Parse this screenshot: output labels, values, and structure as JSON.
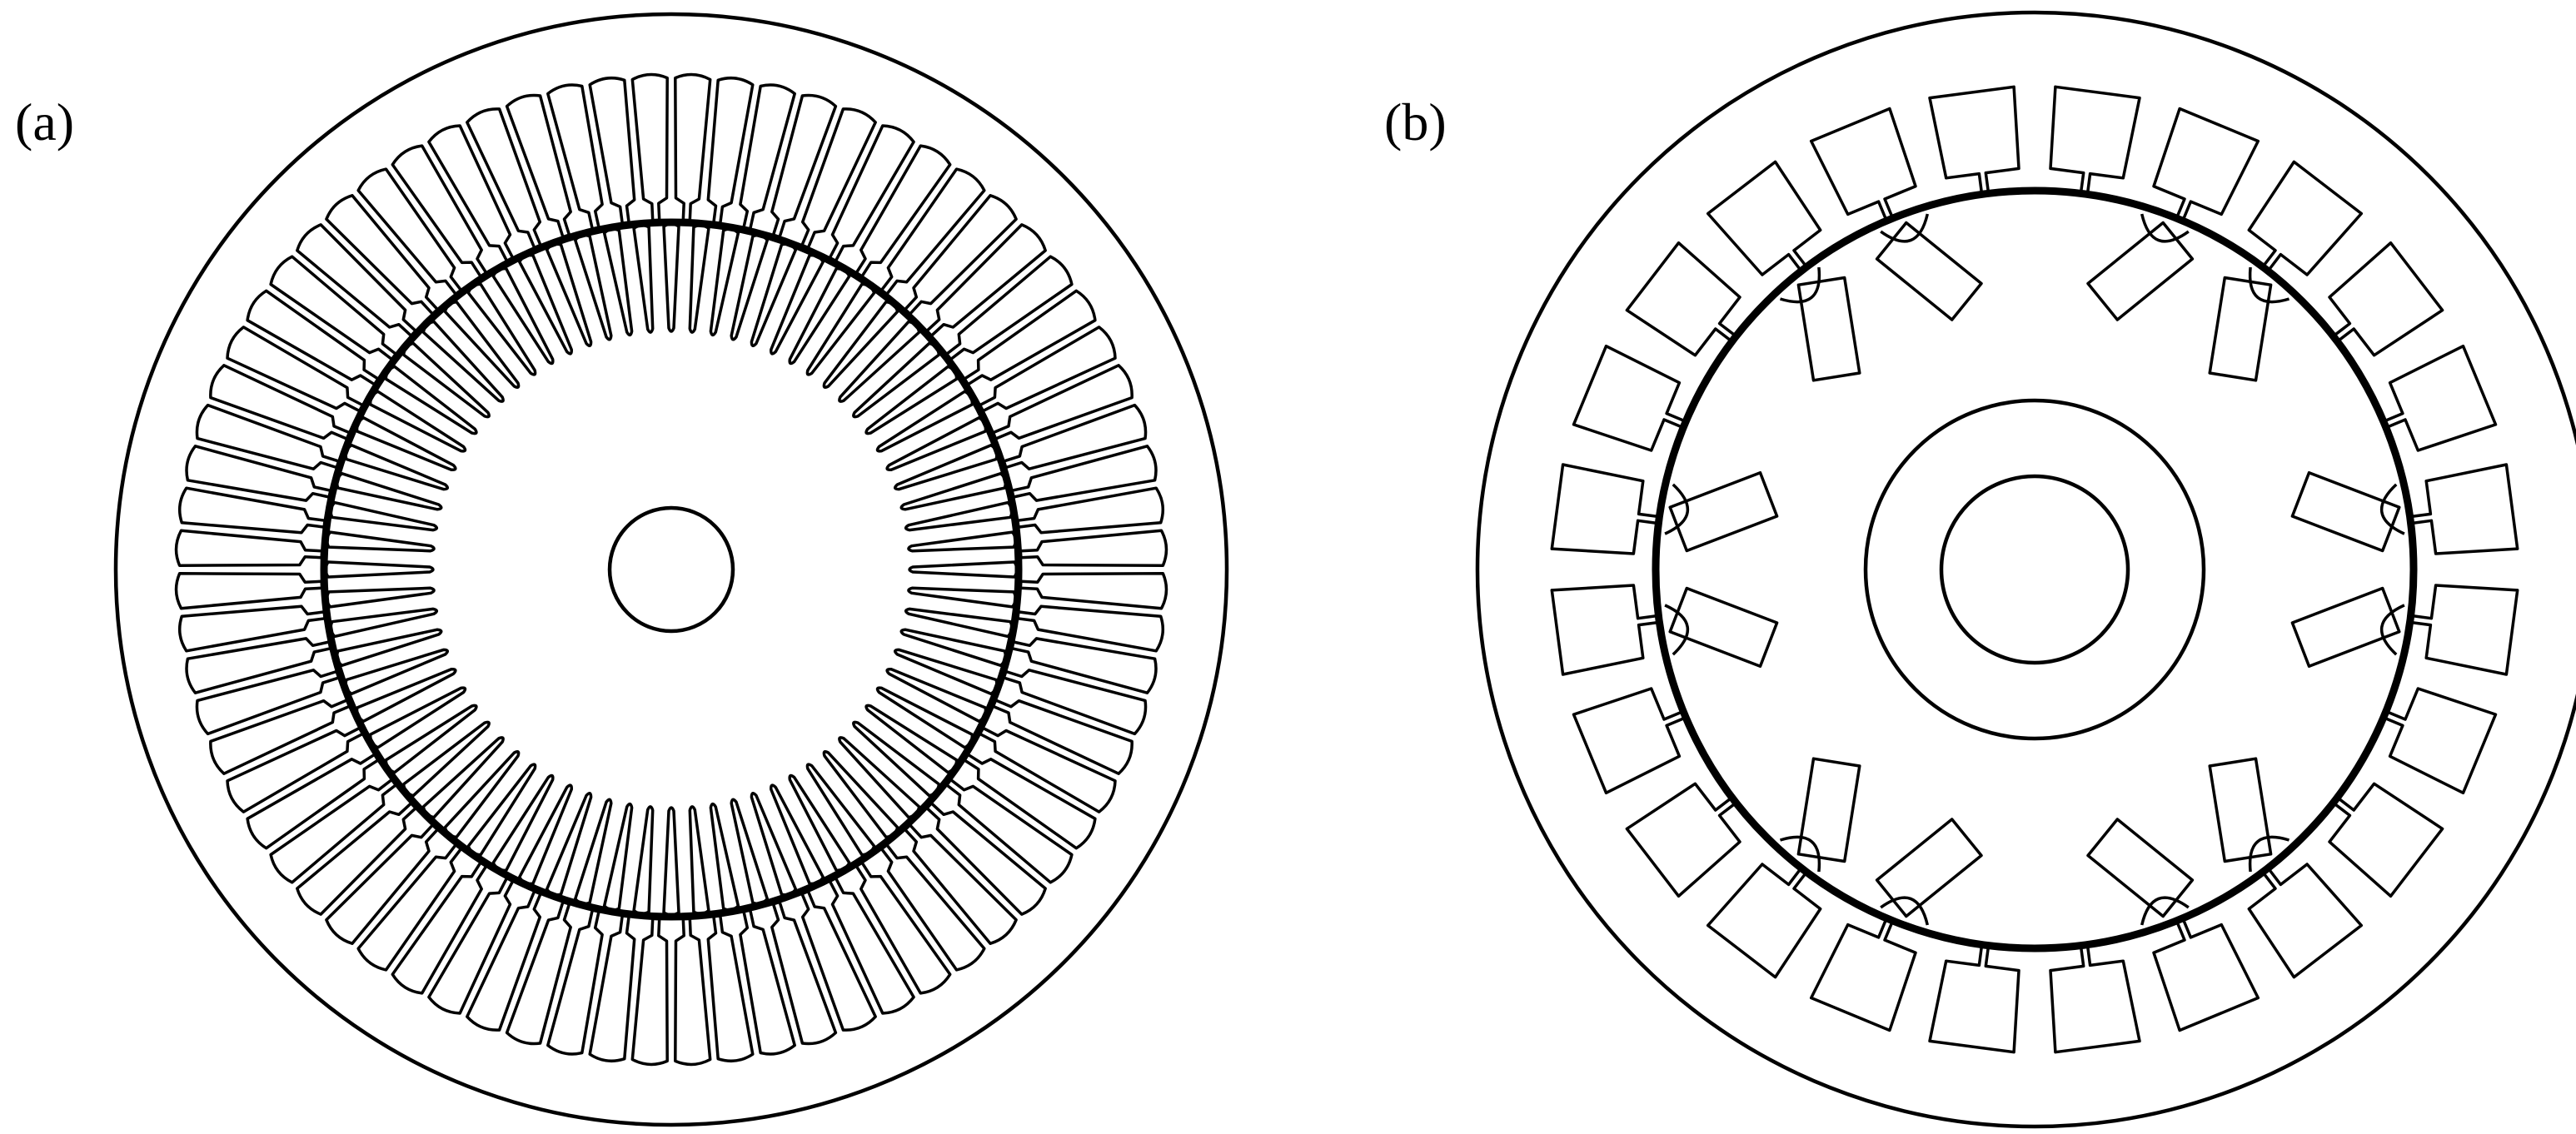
{
  "figure": {
    "panels": [
      {
        "id": "a",
        "label": "(a)",
        "stator_slots": 72
      },
      {
        "id": "b",
        "label": "(b)",
        "stator_slots": 24,
        "rotor_poles": 6
      }
    ],
    "stroke_color": "#000000",
    "background_color": "#ffffff"
  }
}
